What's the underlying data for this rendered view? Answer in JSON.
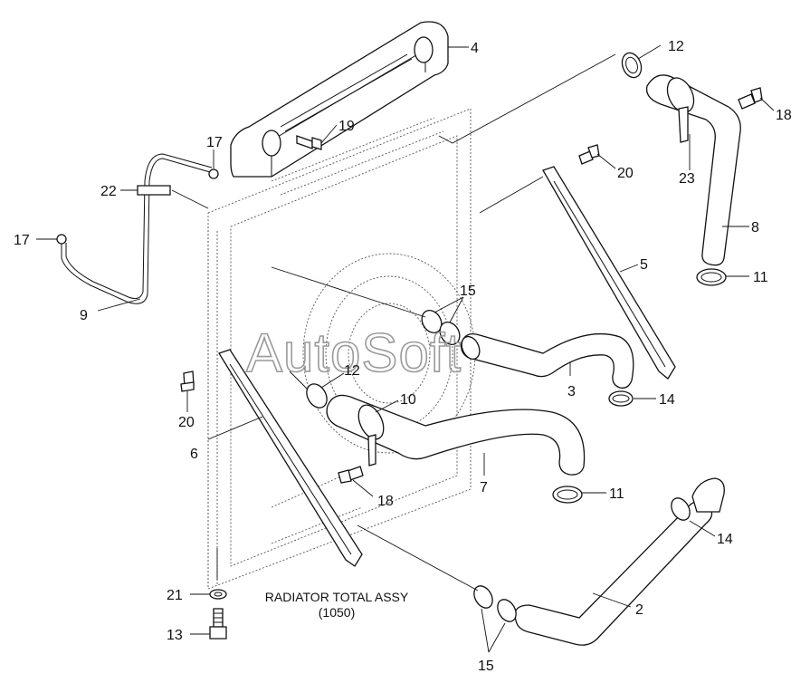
{
  "caption": {
    "line1": "RADIATOR TOTAL ASSY",
    "line2": "(1050)"
  },
  "watermark": "AutoSoft",
  "callouts": {
    "c12a": "12",
    "c4": "4",
    "c19": "19",
    "c17a": "17",
    "c18a": "18",
    "c22": "22",
    "c17b": "17",
    "c23": "23",
    "c20a": "20",
    "c8": "8",
    "c5": "5",
    "c11a": "11",
    "c9": "9",
    "c15a": "15",
    "c3": "3",
    "c12b": "12",
    "c14a": "14",
    "c10": "10",
    "c20b": "20",
    "c6": "6",
    "c7": "7",
    "c11b": "11",
    "c18b": "18",
    "c14b": "14",
    "c2": "2",
    "c21": "21",
    "c13": "13",
    "c15b": "15"
  }
}
